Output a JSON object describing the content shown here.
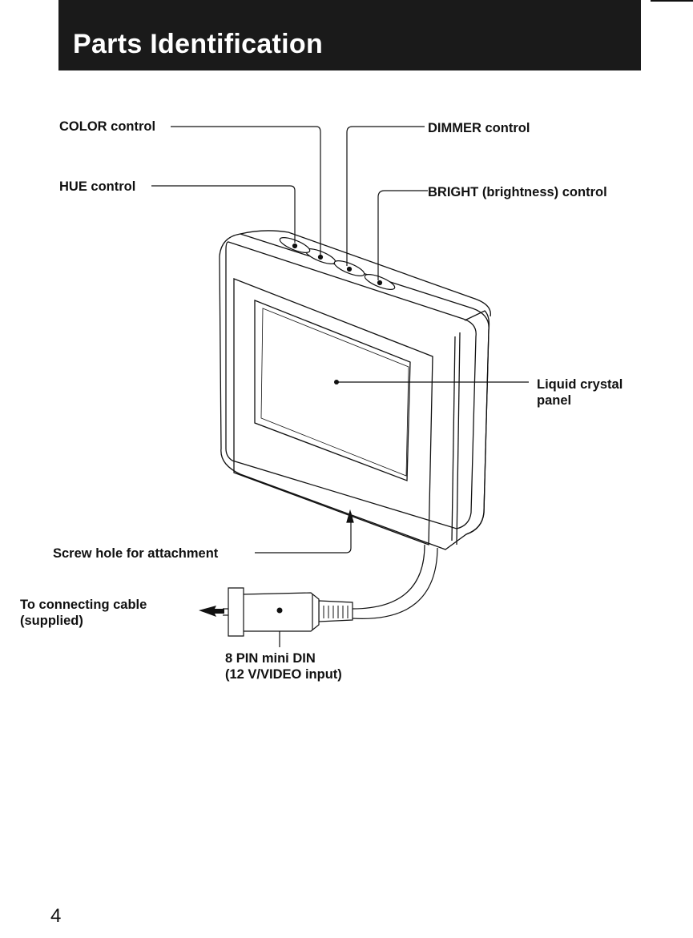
{
  "header": {
    "title": "Parts Identification"
  },
  "labels": {
    "color_control": "COLOR control",
    "hue_control": "HUE control",
    "dimmer_control": "DIMMER control",
    "bright_control": "BRIGHT (brightness) control",
    "lcd_panel": [
      "Liquid crystal",
      "panel"
    ],
    "screw_hole": "Screw hole for attachment",
    "connecting_cable": [
      "To connecting cable",
      "(supplied)"
    ],
    "mini_din": [
      "8 PIN mini DIN",
      "(12 V/VIDEO input)"
    ]
  },
  "page": {
    "number": "4"
  }
}
